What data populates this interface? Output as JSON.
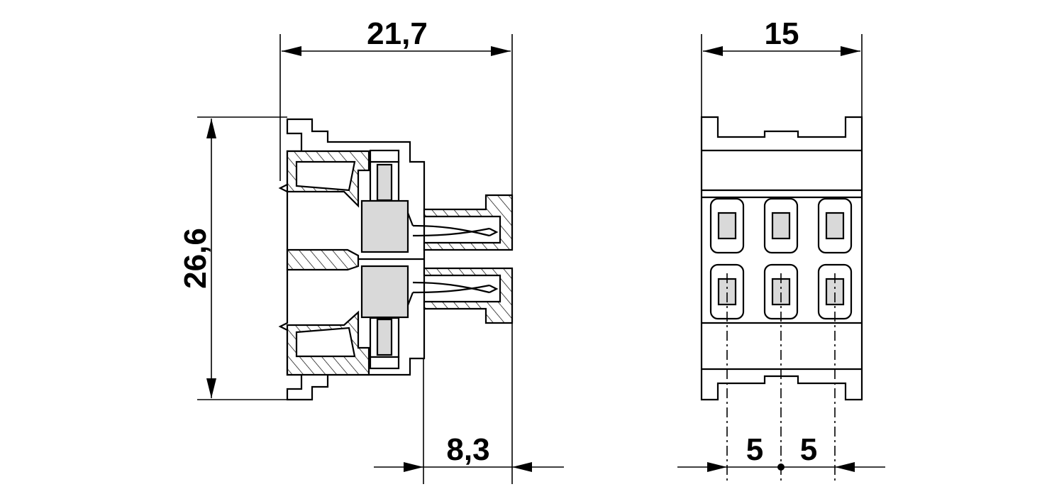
{
  "dimensions": {
    "side_width": "21,7",
    "side_height": "26,6",
    "side_depth": "8,3",
    "front_width": "15",
    "pitch_left": "5",
    "pitch_right": "5"
  },
  "colors": {
    "line": "#000000",
    "contact_fill": "#d9d9d9",
    "background": "#ffffff"
  }
}
